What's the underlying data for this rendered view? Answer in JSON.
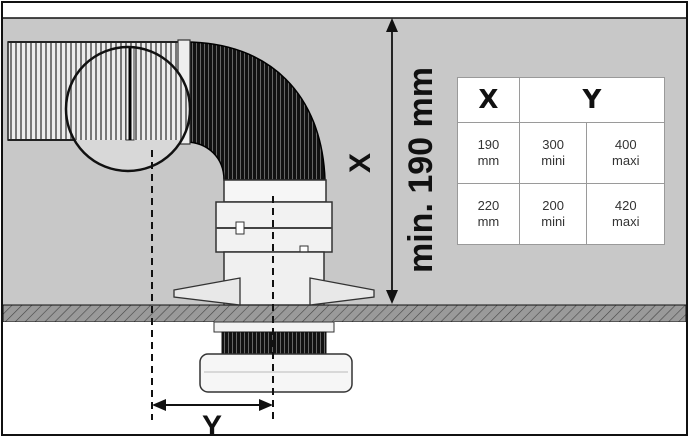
{
  "labels": {
    "x": "X",
    "y": "Y",
    "min_height": "min. 190 mm"
  },
  "table": {
    "headers": [
      "X",
      "Y"
    ],
    "rows": [
      [
        {
          "l1": "190",
          "l2": "mm"
        },
        {
          "l1": "300",
          "l2": "mini"
        },
        {
          "l1": "400",
          "l2": "maxi"
        }
      ],
      [
        {
          "l1": "220",
          "l2": "mm"
        },
        {
          "l1": "200",
          "l2": "mini"
        },
        {
          "l1": "420",
          "l2": "maxi"
        }
      ]
    ]
  },
  "colors": {
    "ceiling_void": "#c8c8c8",
    "slab": "#9a9a9a",
    "duct_dark": "#1a1a1a",
    "device": "#f4f4f4"
  }
}
